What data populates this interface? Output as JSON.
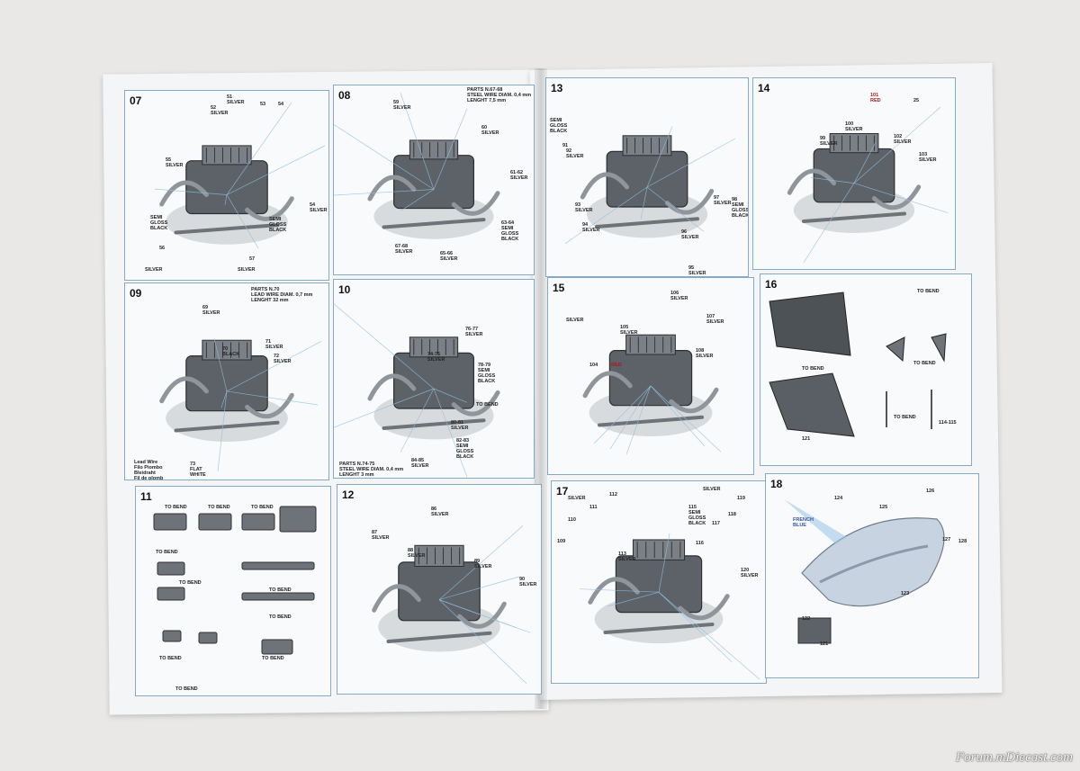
{
  "steps": [
    {
      "num": "07",
      "labels": [
        "51\nSILVER",
        "52\nSILVER",
        "53",
        "54",
        "55\nSILVER",
        "SEMI\nGLOSS\nBLACK",
        "56",
        "SILVER",
        "SEMI\nGLOSS\nBLACK",
        "57",
        "SILVER",
        "54\nSILVER"
      ]
    },
    {
      "num": "08",
      "labels": [
        "PARTS N.67-68\nSTEEL WIRE DIAM. 0,4 mm\nLENGHT 7,5 mm",
        "59\nSILVER",
        "60\nSILVER",
        "61-62\nSILVER",
        "63-64\nSEMI\nGLOSS\nBLACK",
        "67-68\nSILVER",
        "65-66\nSILVER"
      ]
    },
    {
      "num": "09",
      "labels": [
        "PARTS N.70\nLEAD WIRE DIAM. 0,7 mm\nLENGHT 32 mm",
        "69\nSILVER",
        "70\nBLACK",
        "71\nSILVER",
        "72\nSILVER",
        "Lead Wire\nFilo Piombo\nBleidraht\nFil de plomb\nAlambre de plomo",
        "73\nFLAT\nWHITE"
      ]
    },
    {
      "num": "10",
      "labels": [
        "76-77\nSILVER",
        "74-75\nSILVER",
        "78-79\nSEMI\nGLOSS\nBLACK",
        "TO BEND",
        "80-81\nSILVER",
        "82-83\nSEMI\nGLOSS\nBLACK",
        "84-85\nSILVER",
        "PARTS N.74-75\nSTEEL WIRE DIAM. 0,4 mm\nLENGHT 3 mm"
      ]
    },
    {
      "num": "11",
      "labels": [
        "TO BEND",
        "TO BEND",
        "TO BEND",
        "TO BEND",
        "TO BEND",
        "TO BEND",
        "TO BEND",
        "TO BEND",
        "TO BEND",
        "TO BEND"
      ]
    },
    {
      "num": "12",
      "labels": [
        "86\nSILVER",
        "87\nSILVER",
        "88\nSILVER",
        "89\nSILVER",
        "90\nSILVER"
      ]
    },
    {
      "num": "13",
      "labels": [
        "SEMI\nGLOSS\nBLACK",
        "91",
        "92\nSILVER",
        "93\nSILVER",
        "94\nSILVER",
        "95\nSILVER",
        "96\nSILVER",
        "97\nSILVER",
        "98\nSEMI\nGLOSS\nBLACK"
      ]
    },
    {
      "num": "14",
      "labels": [
        "101\nRED",
        "25",
        "100\nSILVER",
        "102\nSILVER",
        "99\nSILVER",
        "103\nSILVER"
      ]
    },
    {
      "num": "15",
      "labels": [
        "SILVER",
        "106\nSILVER",
        "105\nSILVER",
        "107\nSILVER",
        "104",
        "RED",
        "108\nSILVER"
      ]
    },
    {
      "num": "16",
      "labels": [
        "TO BEND",
        "TO BEND",
        "TO BEND",
        "TO BEND",
        "121",
        "114-115"
      ]
    },
    {
      "num": "17",
      "labels": [
        "SILVER",
        "112",
        "110",
        "111",
        "109",
        "SILVER",
        "115\nSEMI\nGLOSS\nBLACK",
        "119",
        "117",
        "118",
        "116",
        "113\nSILVER",
        "120\nSILVER"
      ]
    },
    {
      "num": "18",
      "labels": [
        "124",
        "125",
        "126",
        "FRENCH\nBLUE",
        "127",
        "128",
        "123",
        "122",
        "121"
      ]
    }
  ],
  "watermark": "Forum.mDiecast.com"
}
